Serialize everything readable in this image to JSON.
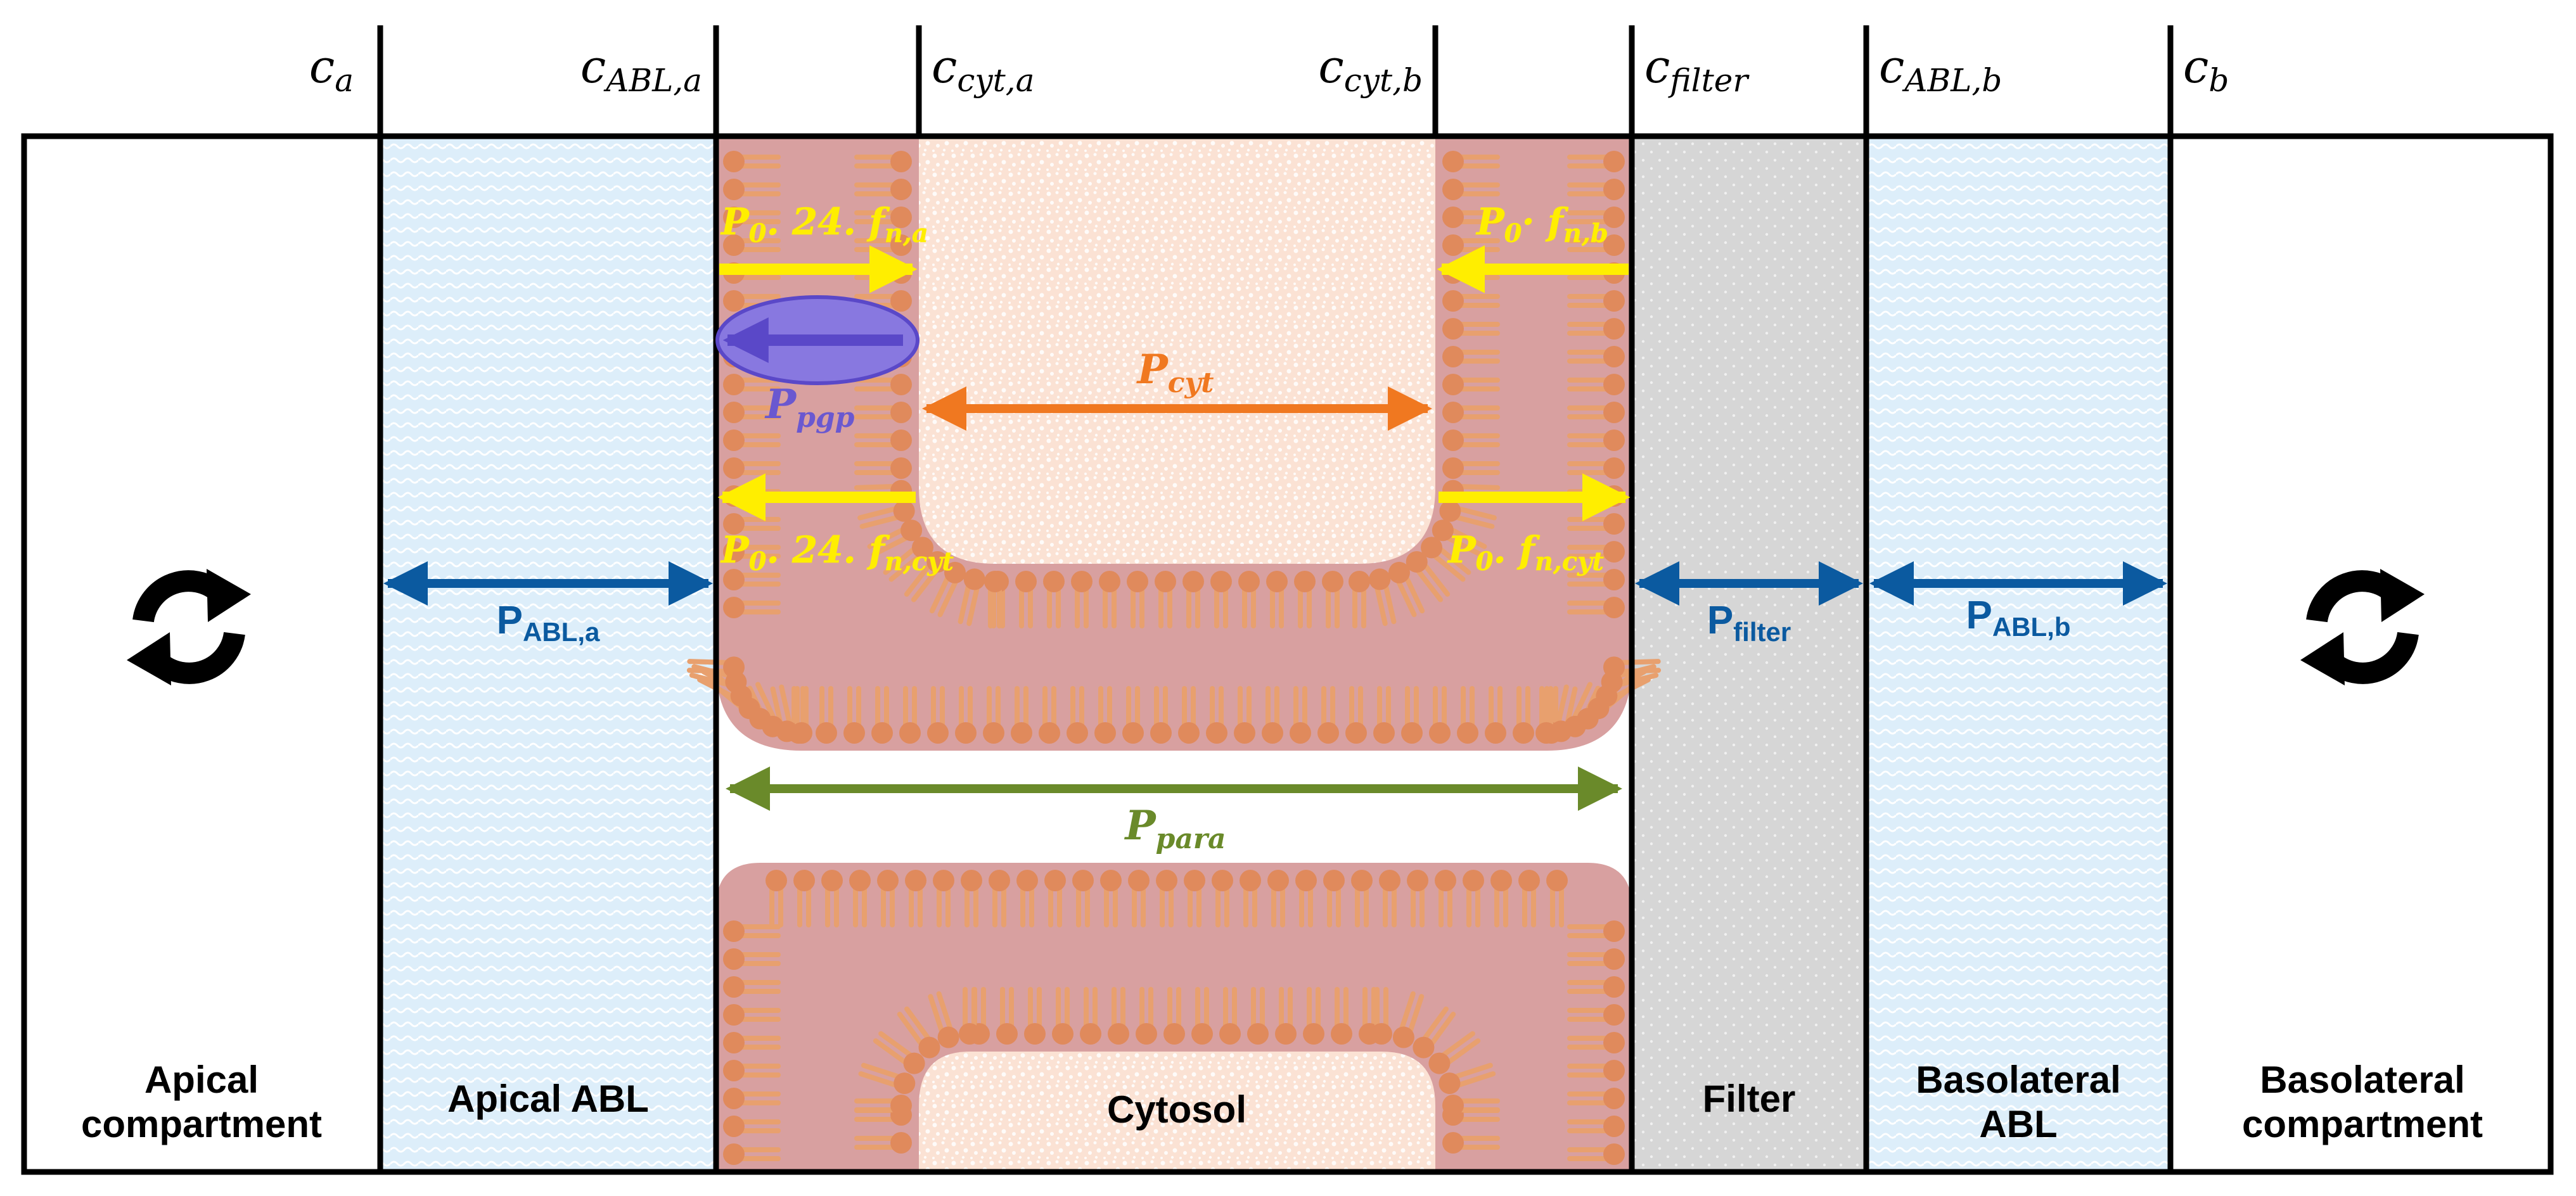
{
  "concentrations": {
    "c_a": {
      "base": "c",
      "sub": "a"
    },
    "c_abl_a": {
      "base": "c",
      "sub": "ABL,a"
    },
    "c_cyt_a": {
      "base": "c",
      "sub": "cyt,a"
    },
    "c_cyt_b": {
      "base": "c",
      "sub": "cyt,b"
    },
    "c_filter": {
      "base": "c",
      "sub": "filter"
    },
    "c_abl_b": {
      "base": "c",
      "sub": "ABL,b"
    },
    "c_b": {
      "base": "c",
      "sub": "b"
    }
  },
  "compartments": {
    "apical": "Apical compartment",
    "apical_line1": "Apical",
    "apical_line2": "compartment",
    "apical_abl": "Apical ABL",
    "cytosol": "Cytosol",
    "filter": "Filter",
    "basolateral_abl_line1": "Basolateral",
    "basolateral_abl_line2": "ABL",
    "basolateral_line1": "Basolateral",
    "basolateral_line2": "compartment"
  },
  "permeabilities": {
    "p_abl_a": {
      "base": "P",
      "sub": "ABL,a"
    },
    "p_filter": {
      "base": "P",
      "sub": "filter"
    },
    "p_abl_b": {
      "base": "P",
      "sub": "ABL,b"
    },
    "p_cyt": {
      "base": "P",
      "sub": "cyt"
    },
    "p_para": {
      "base": "P",
      "sub": "para"
    },
    "p_pgp": {
      "base": "P",
      "sub": "pgp"
    },
    "p0_24_fna": {
      "p": "P",
      "p_sub": "0",
      "mid": ". 24. ",
      "f": "f",
      "f_sub": "n,a"
    },
    "p0_fnb": {
      "p": "P",
      "p_sub": "0",
      "mid": "· ",
      "f": "f",
      "f_sub": "n,b"
    },
    "p0_24_fncyt": {
      "p": "P",
      "p_sub": "0",
      "mid": ". 24. ",
      "f": "f",
      "f_sub": "n,cyt"
    },
    "p0_fncyt": {
      "p": "P",
      "p_sub": "0",
      "mid": ". ",
      "f": "f",
      "f_sub": "n,cyt"
    }
  },
  "icons": {
    "apical_stir": "refresh-cycle-icon",
    "basolateral_stir": "refresh-cycle-icon"
  },
  "colors": {
    "abl_fill": "#ddeefa",
    "membrane_fill": "#d8a0a0",
    "lipid_head": "#e08a5c",
    "cytosol_fill": "#fbe2d4",
    "filter_fill": "#d6d6d6",
    "blue_arrow": "#0b5aa0",
    "yellow_arrow": "#ffee00",
    "orange_arrow": "#f07820",
    "green_arrow": "#6a8a2a",
    "pgp_fill": "#8878e0",
    "pgp_text": "#6a58d0"
  }
}
